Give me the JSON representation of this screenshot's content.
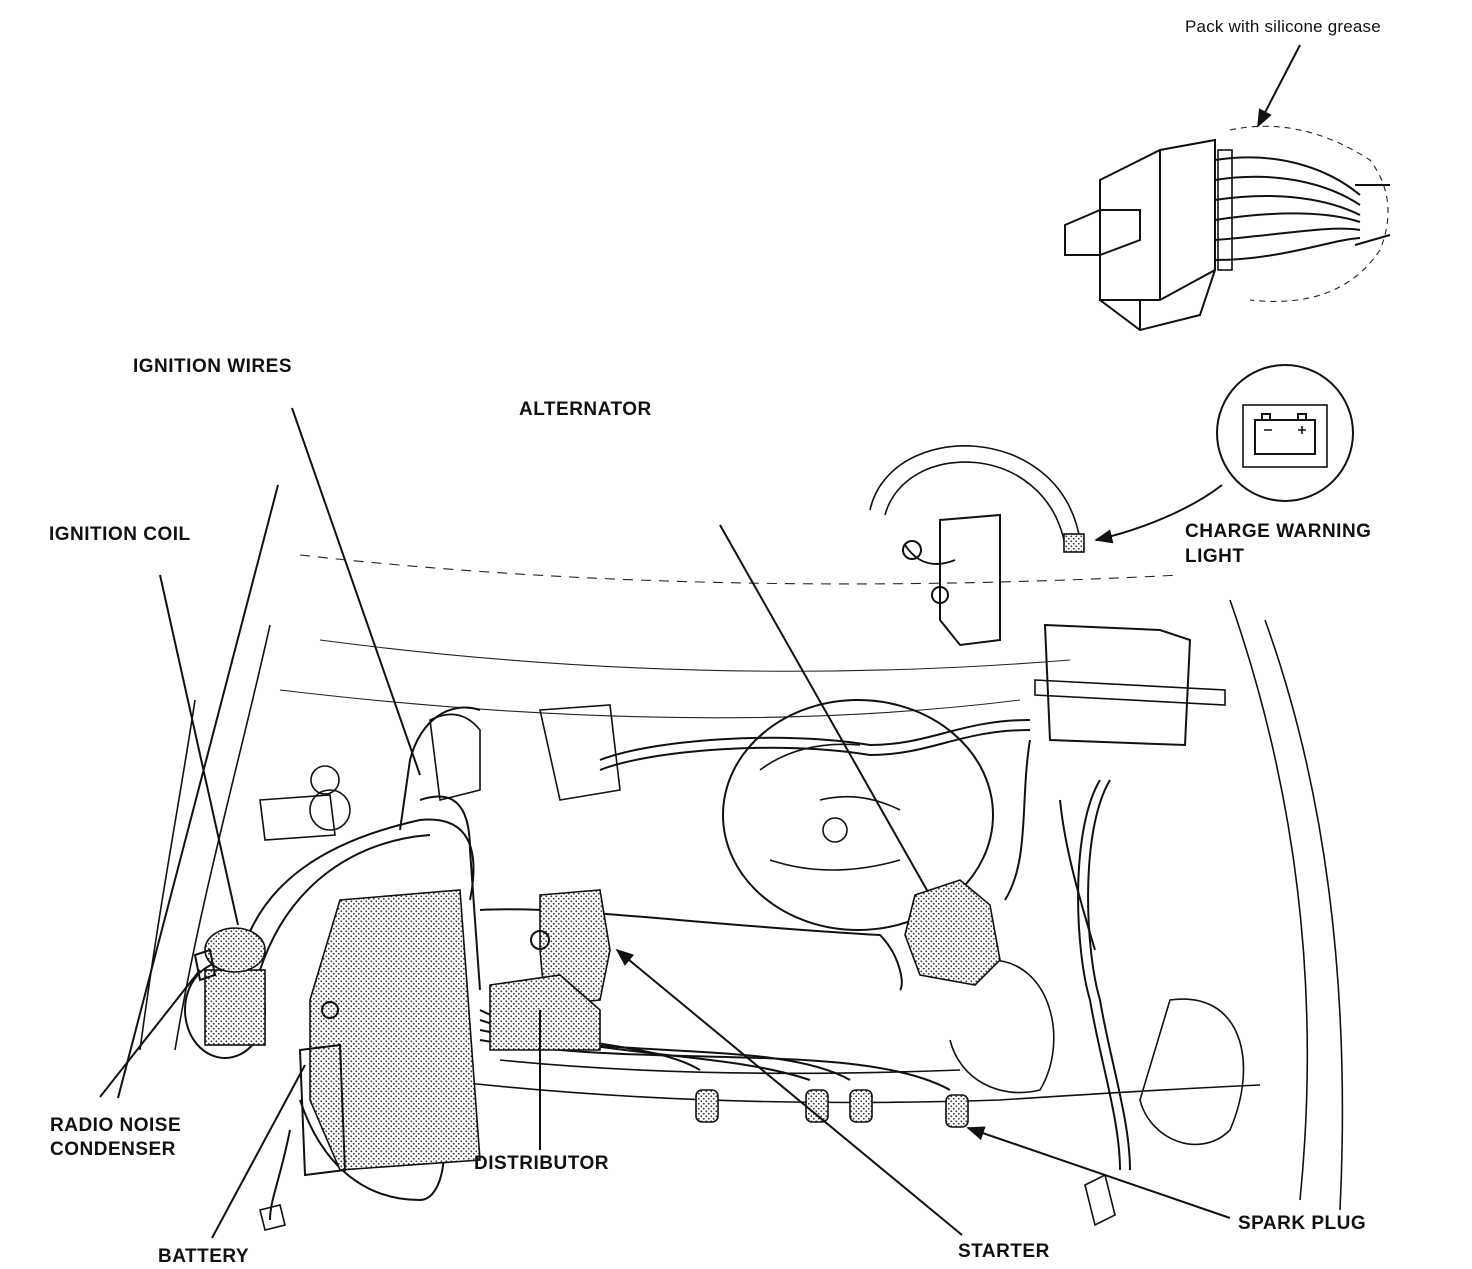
{
  "callouts": {
    "connector": "Pack with silicone grease",
    "ignition_wires": "IGNITION WIRES",
    "alternator": "ALTERNATOR",
    "ignition_coil": "IGNITION COIL",
    "charge_warning_line1": "CHARGE WARNING",
    "charge_warning_line2": "LIGHT",
    "radio_noise_line1": "RADIO NOISE",
    "radio_noise_line2": "CONDENSER",
    "distributor": "DISTRIBUTOR",
    "battery": "BATTERY",
    "starter": "STARTER",
    "spark_plug": "SPARK PLUG"
  },
  "icons": {
    "battery_symbol": "battery-icon",
    "connector_detail": "connector-icon"
  }
}
